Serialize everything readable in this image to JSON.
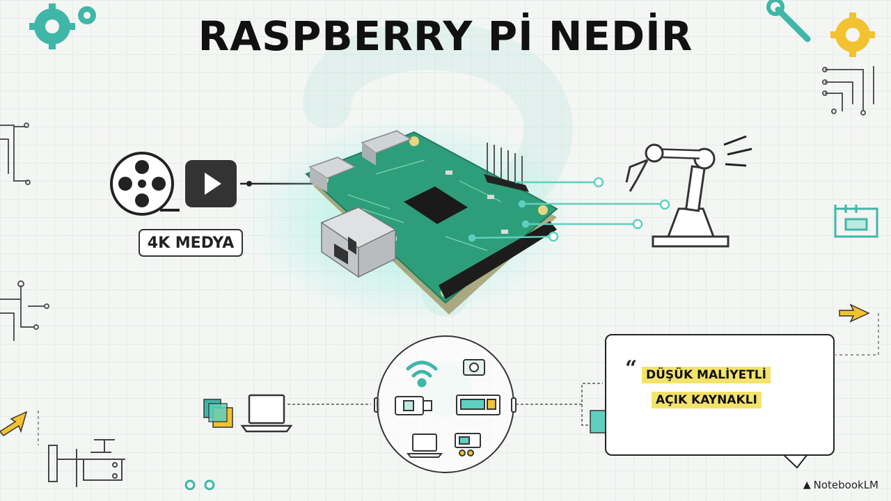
{
  "header": {
    "title": "RASPBERRY Pİ NEDİR"
  },
  "media": {
    "label": "4K MEDYA"
  },
  "quote": {
    "mark": "“",
    "line1": "DÜŞÜK MALİYETLİ",
    "line2": "AÇIK KAYNAKLI"
  },
  "footer": {
    "brand": "NotebookLM"
  },
  "colors": {
    "accent_teal": "#3fb6a8",
    "board_green": "#2e9e7a",
    "gear_yellow": "#f2c230",
    "highlight": "#f4e36b",
    "ink": "#222222"
  }
}
